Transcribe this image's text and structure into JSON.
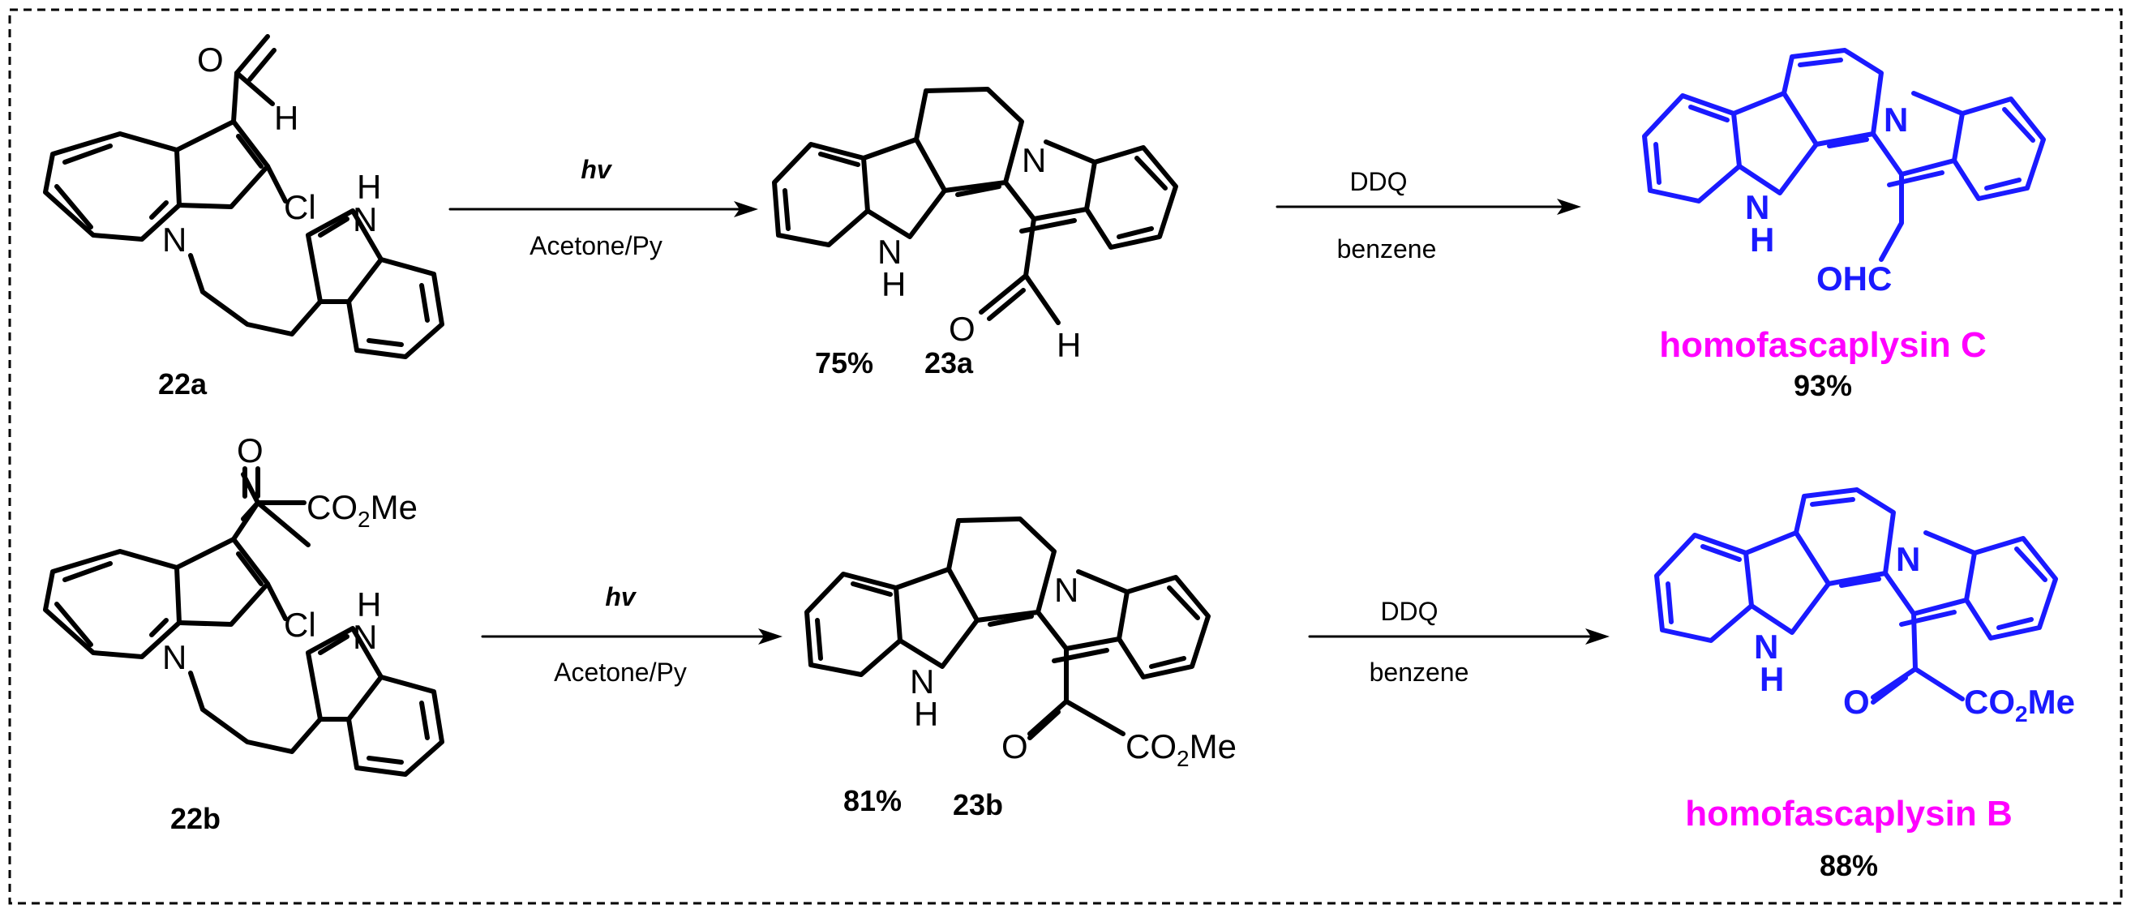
{
  "row1": {
    "reactant": {
      "label": "22a",
      "atoms": {
        "o": "O",
        "h": "H",
        "cl": "Cl",
        "n1": "N",
        "nh_n": "N",
        "nh_h": "H"
      }
    },
    "step1": {
      "top": "hv",
      "bottom": "Acetone/Py"
    },
    "intermediate": {
      "label": "23a",
      "yield": "75%",
      "atoms": {
        "n": "N",
        "nh_n": "N",
        "nh_h": "H",
        "o": "O",
        "h": "H"
      }
    },
    "step2": {
      "top": "DDQ",
      "bottom": "benzene"
    },
    "product": {
      "name": "homofascaplysin C",
      "yield": "93%",
      "atoms": {
        "n": "N",
        "nh_n": "N",
        "nh_h": "H",
        "ohc": "OHC"
      }
    }
  },
  "row2": {
    "reactant": {
      "label": "22b",
      "atoms": {
        "o": "O",
        "co2me_pre": "CO",
        "co2me_sub": "2",
        "co2me_post": "Me",
        "cl": "Cl",
        "n1": "N",
        "nh_n": "N",
        "nh_h": "H"
      }
    },
    "step1": {
      "top": "hv",
      "bottom": "Acetone/Py"
    },
    "intermediate": {
      "label": "23b",
      "yield": "81%",
      "atoms": {
        "n": "N",
        "nh_n": "N",
        "nh_h": "H",
        "o": "O",
        "co2me_pre": "CO",
        "co2me_sub": "2",
        "co2me_post": "Me"
      }
    },
    "step2": {
      "top": "DDQ",
      "bottom": "benzene"
    },
    "product": {
      "name": "homofascaplysin B",
      "yield": "88%",
      "atoms": {
        "n": "N",
        "nh_n": "N",
        "nh_h": "H",
        "o": "O",
        "co2me_pre": "CO",
        "co2me_sub": "2",
        "co2me_post": "Me"
      }
    }
  },
  "colors": {
    "product_structure": "#1a1aff",
    "product_name": "#ff00ff",
    "default": "#000000"
  }
}
